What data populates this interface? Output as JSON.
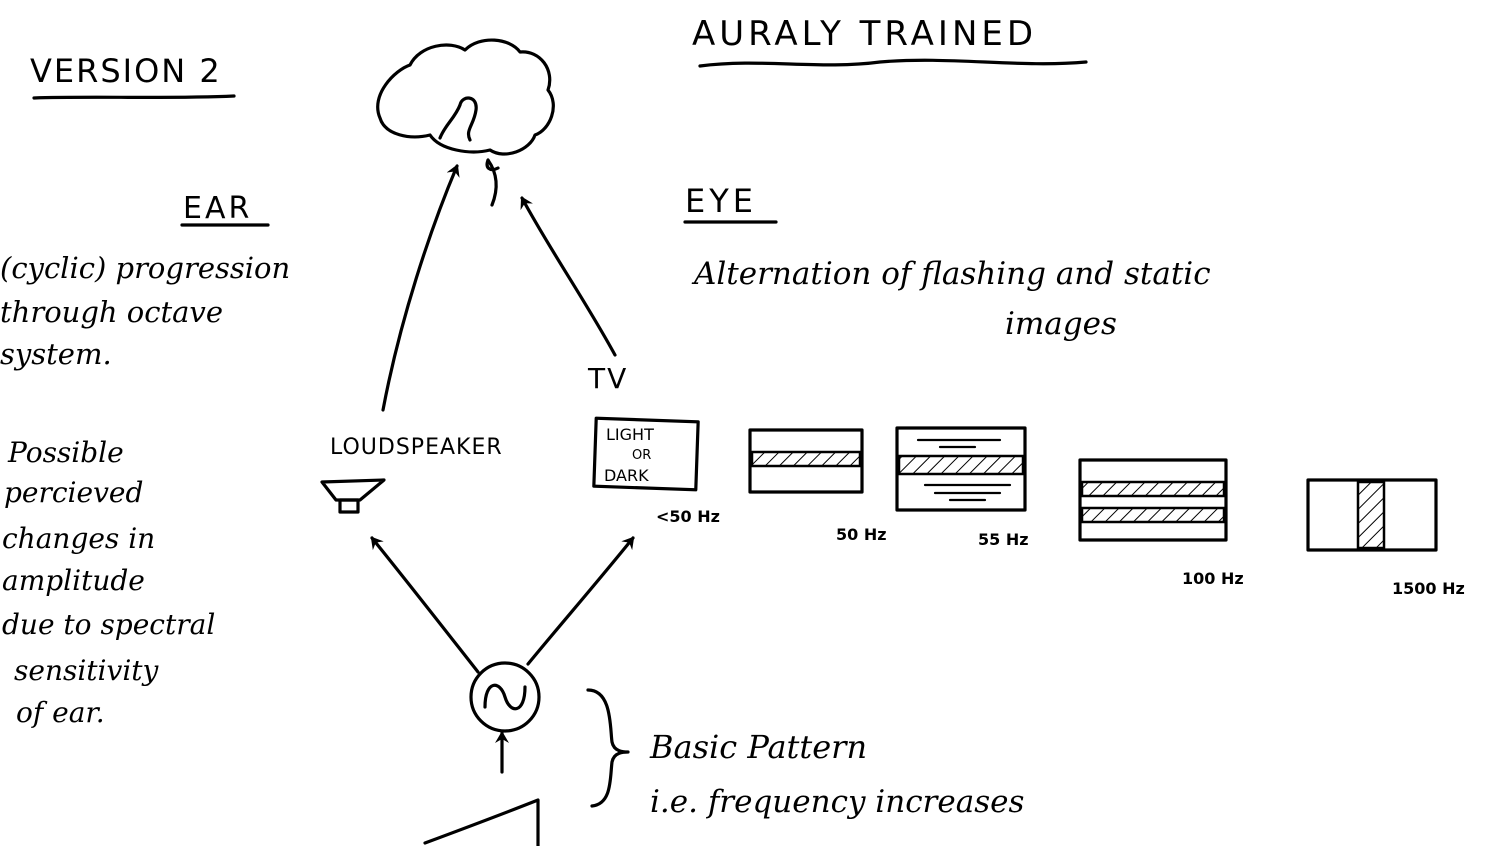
{
  "header": {
    "version": "VERSION 2",
    "title": "AURALY TRAINED"
  },
  "ear": {
    "heading": "EAR",
    "desc_lines": [
      "(cyclic) progression",
      "through octave",
      "system."
    ],
    "note_lines": [
      "Possible",
      "percieved",
      "changes in",
      "amplitude",
      "due to spectral",
      "sensitivity",
      "of ear."
    ]
  },
  "eye": {
    "heading": "EYE",
    "desc_lines": [
      "Alternation of flashing and static",
      "images"
    ]
  },
  "devices": {
    "loudspeaker": "LOUDSPEAKER",
    "tv": "TV",
    "tv_screen_lines": [
      "LIGHT",
      "OR",
      "DARK"
    ]
  },
  "frequency_frames": [
    {
      "label": "<50 Hz"
    },
    {
      "label": "50 Hz"
    },
    {
      "label": "55 Hz"
    },
    {
      "label": "100 Hz"
    },
    {
      "label": "1500 Hz"
    }
  ],
  "pattern": {
    "title": "Basic Pattern",
    "subtitle": "i.e. frequency increases"
  },
  "icons": {
    "head": "head-icon",
    "loudspeaker": "loudspeaker-icon",
    "oscillator": "oscillator-icon",
    "ramp": "ramp-waveform-icon"
  }
}
